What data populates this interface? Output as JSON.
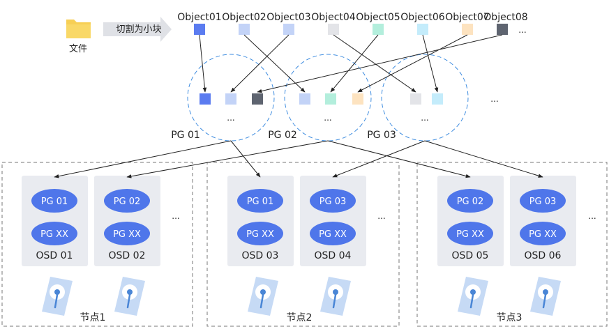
{
  "file": {
    "label": "文件",
    "arrow_label": "切割为小块"
  },
  "objects": [
    {
      "label": "Object01",
      "color": "#5b7cf0"
    },
    {
      "label": "Object02",
      "color": "#c3d3f7"
    },
    {
      "label": "Object03",
      "color": "#c3d3f7"
    },
    {
      "label": "Object04",
      "color": "#e3e4e8"
    },
    {
      "label": "Object05",
      "color": "#b3eedc"
    },
    {
      "label": "Object06",
      "color": "#c4ecfb"
    },
    {
      "label": "Object07",
      "color": "#fde3c0"
    },
    {
      "label": "Object08",
      "color": "#5e6470"
    }
  ],
  "objects_more": "...",
  "pgs": [
    {
      "label": "PG 01",
      "more": "...",
      "blocks": [
        "#5b7cf0",
        "#c3d3f7",
        "#5e6470"
      ]
    },
    {
      "label": "PG 02",
      "more": "...",
      "blocks": [
        "#c3d3f7",
        "#b3eedc",
        "#fde3c0"
      ]
    },
    {
      "label": "PG 03",
      "more": "...",
      "blocks": [
        "#e3e4e8",
        "#c4ecfb"
      ]
    }
  ],
  "pgs_more": "...",
  "nodes": [
    {
      "label": "节点1",
      "more": "...",
      "osds": [
        {
          "label": "OSD 01",
          "pgs": [
            "PG 01",
            "PG XX"
          ]
        },
        {
          "label": "OSD 02",
          "pgs": [
            "PG 02",
            "PG XX"
          ]
        }
      ]
    },
    {
      "label": "节点2",
      "more": "...",
      "osds": [
        {
          "label": "OSD 03",
          "pgs": [
            "PG 01",
            "PG XX"
          ]
        },
        {
          "label": "OSD 04",
          "pgs": [
            "PG 03",
            "PG XX"
          ]
        }
      ]
    },
    {
      "label": "节点3",
      "more": "...",
      "osds": [
        {
          "label": "OSD 05",
          "pgs": [
            "PG 02",
            "PG XX"
          ]
        },
        {
          "label": "OSD 06",
          "pgs": [
            "PG 03",
            "PG XX"
          ]
        }
      ]
    }
  ],
  "colors": {
    "folder": "#f7cf55",
    "arrow_band": "#dfe1e6",
    "pg_circle": "#3f8de0",
    "pg_pill": "#4f76ea",
    "osd_card": "#e9ebf0",
    "node_border": "#777777",
    "line": "#222222",
    "disk": "#c6daf5",
    "disk_dark": "#4a86d6"
  }
}
